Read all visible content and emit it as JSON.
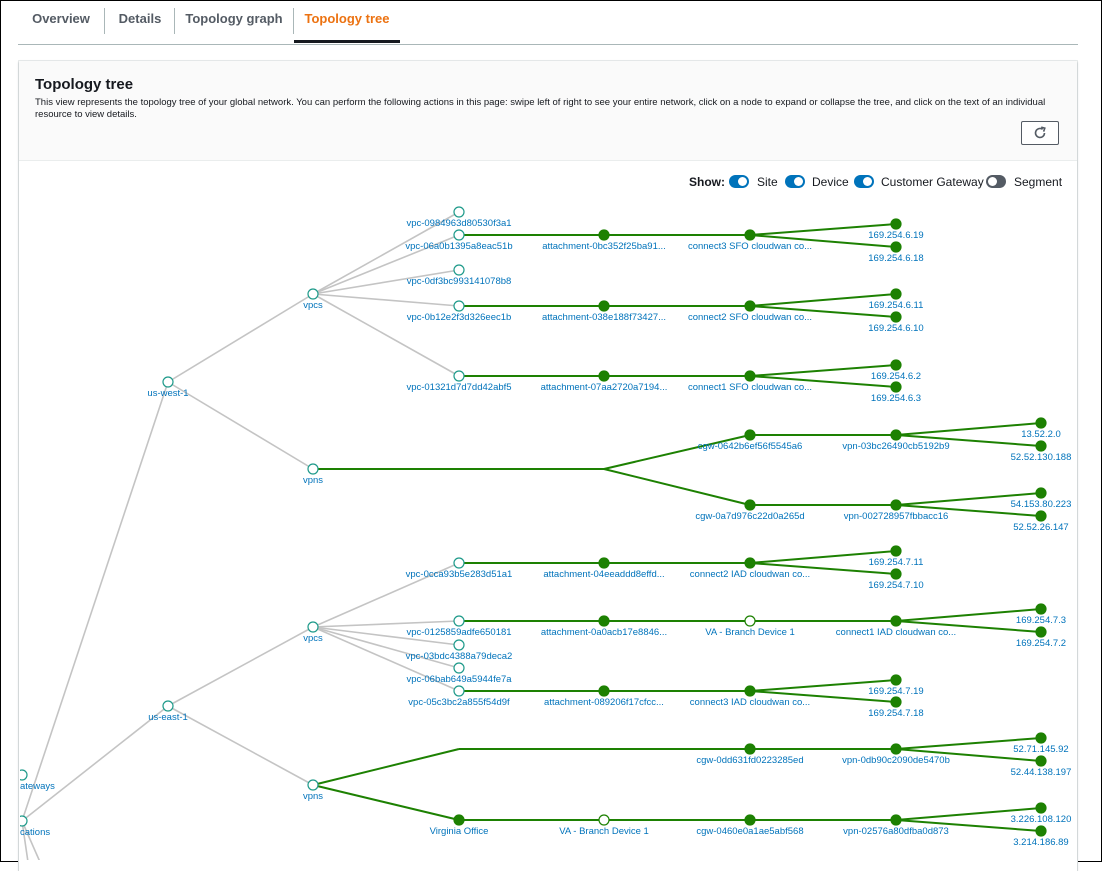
{
  "tabs": [
    {
      "label": "Overview"
    },
    {
      "label": "Details"
    },
    {
      "label": "Topology graph"
    },
    {
      "label": "Topology tree",
      "active": true
    }
  ],
  "panel": {
    "title": "Topology tree",
    "description": "This view represents the topology tree of your global network. You can perform the following actions in this page: swipe left of right to see your entire network, click on a node to expand or collapse the tree, and click on the text of an individual resource to view details.",
    "refresh_icon": "refresh-icon"
  },
  "show": {
    "label": "Show:",
    "toggles": [
      {
        "label": "Site",
        "on": true
      },
      {
        "label": "Device",
        "on": true
      },
      {
        "label": "Customer Gateway",
        "on": true
      },
      {
        "label": "Segment",
        "on": false
      }
    ]
  },
  "colors": {
    "accent": "#0073bb",
    "tab_active": "#ec7211",
    "node_green": "#1d8102",
    "edge_gray": "#c4c4c4"
  },
  "tree": {
    "nodes": [
      {
        "id": "ugw",
        "label": "ateways",
        "style": "o"
      },
      {
        "id": "uloc",
        "label": "cations",
        "style": "o"
      },
      {
        "id": "usw1",
        "label": "us-west-1",
        "style": "o"
      },
      {
        "id": "use1",
        "label": "us-east-1",
        "style": "o"
      },
      {
        "id": "w_vpcs",
        "label": "vpcs",
        "style": "o"
      },
      {
        "id": "w_vpns",
        "label": "vpns",
        "style": "o"
      },
      {
        "id": "w_v1",
        "label": "vpc-0984963d80530f3a1",
        "style": "o"
      },
      {
        "id": "w_v2",
        "label": "vpc-06a0b1395a8eac51b",
        "style": "o"
      },
      {
        "id": "w_v3",
        "label": "vpc-0df3bc993141078b8",
        "style": "o"
      },
      {
        "id": "w_v4",
        "label": "vpc-0b12e2f3d326eec1b",
        "style": "o"
      },
      {
        "id": "w_v5",
        "label": "vpc-01321d7d7dd42abf5",
        "style": "o"
      },
      {
        "id": "w_a1",
        "label": "attachment-0bc352f25ba91...",
        "style": "f"
      },
      {
        "id": "w_a2",
        "label": "attachment-038e188f73427...",
        "style": "f"
      },
      {
        "id": "w_a3",
        "label": "attachment-07aa2720a7194...",
        "style": "f"
      },
      {
        "id": "w_c1",
        "label": "connect3 SFO cloudwan co...",
        "style": "f"
      },
      {
        "id": "w_c2",
        "label": "connect2 SFO cloudwan co...",
        "style": "f"
      },
      {
        "id": "w_c3",
        "label": "connect1 SFO cloudwan co...",
        "style": "f"
      },
      {
        "id": "w_i1",
        "label": "169.254.6.19",
        "style": "f"
      },
      {
        "id": "w_i2",
        "label": "169.254.6.18",
        "style": "f"
      },
      {
        "id": "w_i3",
        "label": "169.254.6.11",
        "style": "f"
      },
      {
        "id": "w_i4",
        "label": "169.254.6.10",
        "style": "f"
      },
      {
        "id": "w_i5",
        "label": "169.254.6.2",
        "style": "f"
      },
      {
        "id": "w_i6",
        "label": "169.254.6.3",
        "style": "f"
      },
      {
        "id": "w_g1",
        "label": "cgw-0642b6ef56f5545a6",
        "style": "f"
      },
      {
        "id": "w_g2",
        "label": "cgw-0a7d976c22d0a265d",
        "style": "f"
      },
      {
        "id": "w_p1",
        "label": "vpn-03bc26490cb5192b9",
        "style": "f"
      },
      {
        "id": "w_p2",
        "label": "vpn-002728957fbbacc16",
        "style": "f"
      },
      {
        "id": "w_ip1",
        "label": "13.52.2.0",
        "style": "f"
      },
      {
        "id": "w_ip2",
        "label": "52.52.130.188",
        "style": "f"
      },
      {
        "id": "w_ip3",
        "label": "54.153.80.223",
        "style": "f"
      },
      {
        "id": "w_ip4",
        "label": "52.52.26.147",
        "style": "f"
      },
      {
        "id": "e_vpcs",
        "label": "vpcs",
        "style": "o"
      },
      {
        "id": "e_vpns",
        "label": "vpns",
        "style": "o"
      },
      {
        "id": "e_v1",
        "label": "vpc-0cca93b5e283d51a1",
        "style": "o"
      },
      {
        "id": "e_v2",
        "label": "vpc-0125859adfe650181",
        "style": "o"
      },
      {
        "id": "e_v3",
        "label": "vpc-03bdc4388a79deca2",
        "style": "o"
      },
      {
        "id": "e_v4",
        "label": "vpc-06bab649a5944fe7a",
        "style": "o"
      },
      {
        "id": "e_v5",
        "label": "vpc-05c3bc2a855f54d9f",
        "style": "o"
      },
      {
        "id": "e_a1",
        "label": "attachment-04eeaddd8effd...",
        "style": "f"
      },
      {
        "id": "e_a2",
        "label": "attachment-0a0acb17e8846...",
        "style": "f"
      },
      {
        "id": "e_a3",
        "label": "attachment-089206f17cfcc...",
        "style": "f"
      },
      {
        "id": "e_c1",
        "label": "connect2 IAD cloudwan co...",
        "style": "f"
      },
      {
        "id": "e_d1",
        "label": "VA - Branch Device 1",
        "style": "o"
      },
      {
        "id": "e_c3",
        "label": "connect3 IAD cloudwan co...",
        "style": "f"
      },
      {
        "id": "e_c2",
        "label": "connect1 IAD cloudwan co...",
        "style": "f"
      },
      {
        "id": "e_i1",
        "label": "169.254.7.11",
        "style": "f"
      },
      {
        "id": "e_i2",
        "label": "169.254.7.10",
        "style": "f"
      },
      {
        "id": "e_i3",
        "label": "169.254.7.3",
        "style": "f"
      },
      {
        "id": "e_i4",
        "label": "169.254.7.2",
        "style": "f"
      },
      {
        "id": "e_i5",
        "label": "169.254.7.19",
        "style": "f"
      },
      {
        "id": "e_i6",
        "label": "169.254.7.18",
        "style": "f"
      },
      {
        "id": "e_s1",
        "label": "Virginia Office",
        "style": "f"
      },
      {
        "id": "e_d2",
        "label": "VA - Branch Device 1",
        "style": "o"
      },
      {
        "id": "e_g1",
        "label": "cgw-0dd631fd0223285ed",
        "style": "f"
      },
      {
        "id": "e_g2",
        "label": "cgw-0460e0a1ae5abf568",
        "style": "f"
      },
      {
        "id": "e_p1",
        "label": "vpn-0db90c2090de5470b",
        "style": "f"
      },
      {
        "id": "e_p2",
        "label": "vpn-02576a80dfba0d873",
        "style": "f"
      },
      {
        "id": "e_ip1",
        "label": "52.71.145.92",
        "style": "f"
      },
      {
        "id": "e_ip2",
        "label": "52.44.138.197",
        "style": "f"
      },
      {
        "id": "e_ip3",
        "label": "3.226.108.120",
        "style": "f"
      },
      {
        "id": "e_ip4",
        "label": "3.214.186.89",
        "style": "f"
      }
    ]
  }
}
